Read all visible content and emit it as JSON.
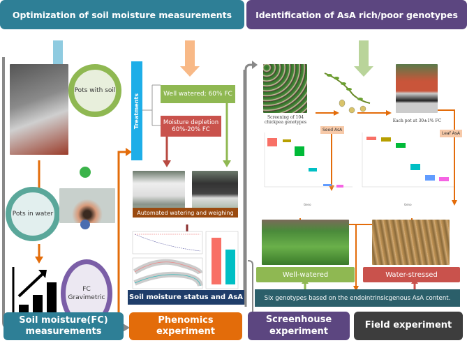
{
  "headers": {
    "left": "Optimization of soil moisture measurements",
    "right": "Identification of AsA rich/poor genotypes"
  },
  "left_panel": {
    "pots_with_soil": "Pots with soil",
    "pots_in_water": "Pots in water",
    "fc_gravimetric": "FC Gravimetric"
  },
  "phenomics": {
    "treatments": "Treatments",
    "well_watered": "Well watered; 60% FC",
    "moisture_depletion": "Moisture depletion 60%-20% FC",
    "automated": "Automated watering and weighing",
    "soil_status": "Soil moisture status and AsA"
  },
  "screening": {
    "caption_screening": "Screening of 104 chickpea genotypes",
    "caption_pot": "Each pot at 30±1% FC",
    "seed_asa": "Seed AsA",
    "leaf_asa": "Leaf AsA",
    "well_watered": "Well-watered",
    "water_stressed": "Water-stressed",
    "six_genotypes": "Six genotypes based on the endointrinsicgenous AsA content."
  },
  "bottom_labels": {
    "soil_moisture": "Soil moisture(FC) measurements",
    "phenomics": "Phenomics experiment",
    "screenhouse": "Screenhouse experiment",
    "field": "Field experiment"
  },
  "colors": {
    "teal": "#2e7f96",
    "purple": "#5c4680",
    "orange": "#e36c0a",
    "green": "#8fb852",
    "red": "#c9524c",
    "dark": "#3d3d3d"
  }
}
